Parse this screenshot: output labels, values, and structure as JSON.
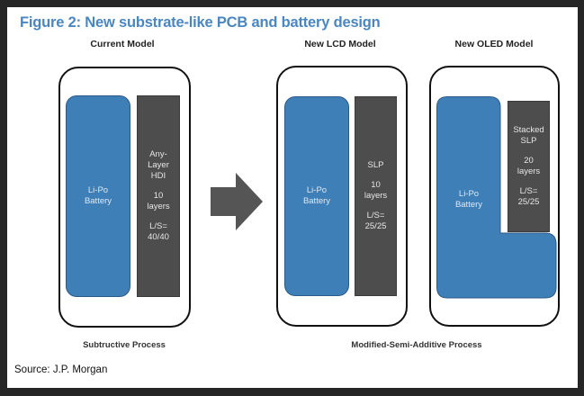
{
  "title": "Figure 2: New substrate-like PCB and battery design",
  "colors": {
    "title": "#4a86c0",
    "battery": "#3f7fb8",
    "pcb": "#4d4d4d",
    "frame": "#262626"
  },
  "models": [
    {
      "label": "Current Model",
      "battery": [
        "Li-Po",
        "Battery"
      ],
      "pcb": {
        "type": [
          "Any-",
          "Layer",
          "HDI"
        ],
        "layers": [
          "10",
          "layers"
        ],
        "ls": [
          "L/S=",
          "40/40"
        ]
      }
    },
    {
      "label": "New LCD Model",
      "battery": [
        "Li-Po",
        "Battery"
      ],
      "pcb": {
        "type": [
          "SLP"
        ],
        "layers": [
          "10",
          "layers"
        ],
        "ls": [
          "L/S=",
          "25/25"
        ]
      }
    },
    {
      "label": "New OLED Model",
      "battery": [
        "Li-Po",
        "Battery"
      ],
      "pcb": {
        "type": [
          "Stacked",
          "SLP"
        ],
        "layers": [
          "20",
          "layers"
        ],
        "ls": [
          "L/S=",
          "25/25"
        ]
      }
    }
  ],
  "transition_icon": "right-arrow-icon",
  "processes": {
    "current": "Subtructive Process",
    "new": "Modified-Semi-Additive Process"
  },
  "source": "Source: J.P. Morgan"
}
